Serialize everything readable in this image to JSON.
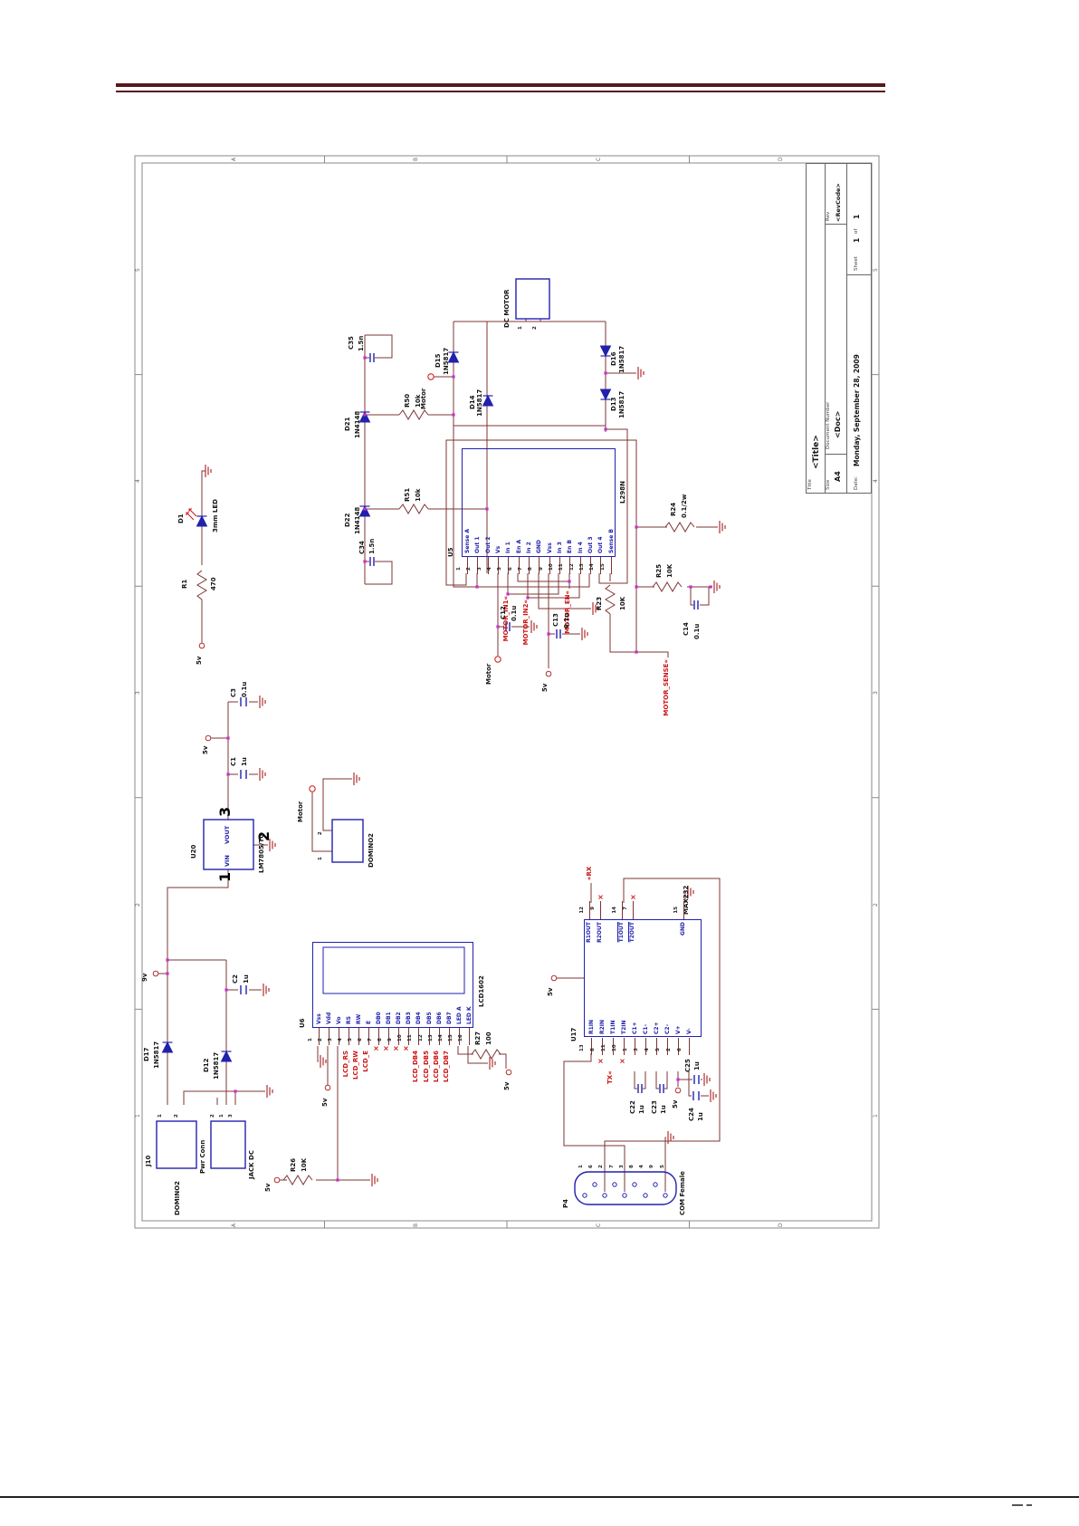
{
  "page": {
    "background": "#ffffff",
    "top_rule_color": "#5a1717",
    "bottom_rule_color": "#222222"
  },
  "frame": {
    "cols": [
      "1",
      "2",
      "3",
      "4",
      "5"
    ],
    "rows": [
      "A",
      "B",
      "C",
      "D"
    ]
  },
  "title_block": {
    "title_label": "Title",
    "title": "<Title>",
    "size_label": "Size",
    "size": "A4",
    "doc_label": "Document Number",
    "doc": "<Doc>",
    "rev_label": "Rev",
    "rev": "<RevCode>",
    "date_label": "Date:",
    "date": "Monday, September 28, 2009",
    "sheet_label": "Sheet",
    "sheet_num": "1",
    "of_label": "of",
    "sheet_total": "1"
  },
  "icons": {
    "no_connect": "×",
    "offpage_arrow": "«"
  },
  "nets": {
    "v5": "5v",
    "v9": "9v",
    "motor_term": "Motor",
    "rx": "RX",
    "tx": "TX",
    "motor_in1": "MOTOR_IN1",
    "motor_in2": "MOTOR_IN2",
    "motor_en": "MOTOR_EN",
    "motor_sense": "MOTOR_SENSE",
    "lcd_rs": "LCD_RS",
    "lcd_rw": "LCD_RW",
    "lcd_e": "LCD_E",
    "lcd_db4": "LCD_DB4",
    "lcd_db5": "LCD_DB5",
    "lcd_db6": "LCD_DB6",
    "lcd_db7": "LCD_DB7"
  },
  "components": {
    "d1": {
      "ref": "D1",
      "value": "3mm LED"
    },
    "r1": {
      "ref": "R1",
      "value": "470"
    },
    "j10": {
      "ref": "J10",
      "value": "Pwr Conn",
      "name": "DOMINO2",
      "pins": [
        "1",
        "2"
      ]
    },
    "jack": {
      "name": "JACK DC",
      "pins": [
        "2",
        "1",
        "3"
      ]
    },
    "d17": {
      "ref": "D17",
      "value": "1N5817"
    },
    "d12": {
      "ref": "D12",
      "value": "1N5817"
    },
    "c2": {
      "ref": "C2",
      "value": "1u"
    },
    "u20": {
      "ref": "U20",
      "value": "LM7805/TO",
      "pin_in": "VIN",
      "pin_out": "VOUT",
      "num_in": "1",
      "num_out": "3",
      "num_gnd": "2"
    },
    "c1": {
      "ref": "C1",
      "value": "1u"
    },
    "c3": {
      "ref": "C3",
      "value": "0.1u"
    },
    "dom2": {
      "name": "DOMINO2",
      "pins": [
        "1",
        "2"
      ]
    },
    "u6": {
      "ref": "U6",
      "value": "LCD1602",
      "pins": [
        {
          "n": "1",
          "name": "Vss"
        },
        {
          "n": "2",
          "name": "Vdd"
        },
        {
          "n": "3",
          "name": "Vo"
        },
        {
          "n": "4",
          "name": "RS"
        },
        {
          "n": "5",
          "name": "RW"
        },
        {
          "n": "6",
          "name": "E"
        },
        {
          "n": "7",
          "name": "DB0"
        },
        {
          "n": "8",
          "name": "DB1"
        },
        {
          "n": "9",
          "name": "DB2"
        },
        {
          "n": "10",
          "name": "DB3"
        },
        {
          "n": "11",
          "name": "DB4"
        },
        {
          "n": "12",
          "name": "DB5"
        },
        {
          "n": "13",
          "name": "DB6"
        },
        {
          "n": "14",
          "name": "DB7"
        },
        {
          "n": "15",
          "name": "LED A"
        },
        {
          "n": "16",
          "name": "LED K"
        }
      ]
    },
    "r26": {
      "ref": "R26",
      "value": "10K"
    },
    "r27": {
      "ref": "R27",
      "value": "100"
    },
    "u17": {
      "ref": "U17",
      "value": "MAX232",
      "left_pins": [
        {
          "n": "13",
          "name": "R1IN"
        },
        {
          "n": "8",
          "name": "R2IN"
        },
        {
          "n": "11",
          "name": "T1IN"
        },
        {
          "n": "10",
          "name": "T2IN"
        },
        {
          "n": "1",
          "name": "C1+"
        },
        {
          "n": "3",
          "name": "C1-"
        },
        {
          "n": "4",
          "name": "C2+"
        },
        {
          "n": "5",
          "name": "C2-"
        },
        {
          "n": "2",
          "name": "V+"
        },
        {
          "n": "6",
          "name": "V-"
        }
      ],
      "right_pins": [
        {
          "n": "12",
          "name": "R1OUT"
        },
        {
          "n": "9",
          "name": "R2OUT"
        },
        {
          "n": "14",
          "name": "T1OUT"
        },
        {
          "n": "7",
          "name": "T2OUT"
        },
        {
          "n": "15",
          "name": "GND"
        }
      ]
    },
    "c22": {
      "ref": "C22",
      "value": "1u"
    },
    "c23": {
      "ref": "C23",
      "value": "1u"
    },
    "c24": {
      "ref": "C24",
      "value": "1u"
    },
    "c25": {
      "ref": "C25",
      "value": "1u"
    },
    "p4": {
      "ref": "P4",
      "value": "COM Female",
      "pins": [
        "1",
        "6",
        "2",
        "7",
        "3",
        "8",
        "4",
        "9",
        "5"
      ]
    },
    "u5": {
      "ref": "U5",
      "value": "L298N",
      "pins": [
        {
          "n": "1",
          "name": "Sense A"
        },
        {
          "n": "2",
          "name": "Out 1"
        },
        {
          "n": "3",
          "name": "Out 2"
        },
        {
          "n": "4",
          "name": "Vs"
        },
        {
          "n": "5",
          "name": "In 1"
        },
        {
          "n": "6",
          "name": "En A"
        },
        {
          "n": "7",
          "name": "In 2"
        },
        {
          "n": "8",
          "name": "GND"
        },
        {
          "n": "9",
          "name": "Vss"
        },
        {
          "n": "10",
          "name": "In 3"
        },
        {
          "n": "11",
          "name": "En B"
        },
        {
          "n": "12",
          "name": "In 4"
        },
        {
          "n": "13",
          "name": "Out 3"
        },
        {
          "n": "14",
          "name": "Out 4"
        },
        {
          "n": "15",
          "name": "Sense B"
        }
      ]
    },
    "d21": {
      "ref": "D21",
      "value": "1N4148"
    },
    "d22": {
      "ref": "D22",
      "value": "1N4148"
    },
    "c34": {
      "ref": "C34",
      "value": "1.5n"
    },
    "c35": {
      "ref": "C35",
      "value": "1.5n"
    },
    "r50": {
      "ref": "R50",
      "value": "10k"
    },
    "r51": {
      "ref": "R51",
      "value": "10k"
    },
    "d13": {
      "ref": "D13",
      "value": "1N5817"
    },
    "d14": {
      "ref": "D14",
      "value": "1N5817"
    },
    "d15": {
      "ref": "D15",
      "value": "1N5817"
    },
    "d16": {
      "ref": "D16",
      "value": "1N5817"
    },
    "motor": {
      "name": "DC MOTOR",
      "pins": [
        "1",
        "2"
      ]
    },
    "r23": {
      "ref": "R23",
      "value": "10K"
    },
    "r24": {
      "ref": "R24",
      "value": "0.1/2w"
    },
    "r25": {
      "ref": "R25",
      "value": "10K"
    },
    "c12": {
      "ref": "C12",
      "value": "0.1u"
    },
    "c13": {
      "ref": "C13",
      "value": "0.1u"
    },
    "c14": {
      "ref": "C14",
      "value": "0.1u"
    }
  }
}
